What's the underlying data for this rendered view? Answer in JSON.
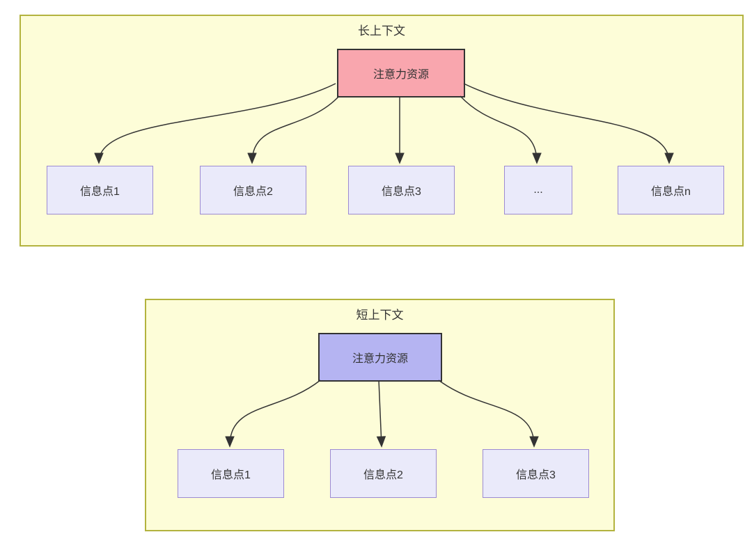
{
  "diagram": {
    "colors": {
      "container_fill": "#fdfdd8",
      "container_border": "#b3b33e",
      "source_fill_long": "#f9a6ae",
      "source_fill_short": "#b5b4f2",
      "source_border": "#333333",
      "target_fill": "#eaeafa",
      "target_border": "#9c8ad2",
      "arrow": "#333333",
      "text": "#333333"
    },
    "long_context": {
      "title": "长上下文",
      "source": {
        "label": "注意力资源"
      },
      "targets": [
        {
          "label": "信息点1"
        },
        {
          "label": "信息点2"
        },
        {
          "label": "信息点3"
        },
        {
          "label": "..."
        },
        {
          "label": "信息点n"
        }
      ],
      "edges": [
        {
          "from": "注意力资源",
          "to": "信息点1"
        },
        {
          "from": "注意力资源",
          "to": "信息点2"
        },
        {
          "from": "注意力资源",
          "to": "信息点3"
        },
        {
          "from": "注意力资源",
          "to": "..."
        },
        {
          "from": "注意力资源",
          "to": "信息点n"
        }
      ]
    },
    "short_context": {
      "title": "短上下文",
      "source": {
        "label": "注意力资源"
      },
      "targets": [
        {
          "label": "信息点1"
        },
        {
          "label": "信息点2"
        },
        {
          "label": "信息点3"
        }
      ],
      "edges": [
        {
          "from": "注意力资源",
          "to": "信息点1"
        },
        {
          "from": "注意力资源",
          "to": "信息点2"
        },
        {
          "from": "注意力资源",
          "to": "信息点3"
        }
      ]
    }
  }
}
